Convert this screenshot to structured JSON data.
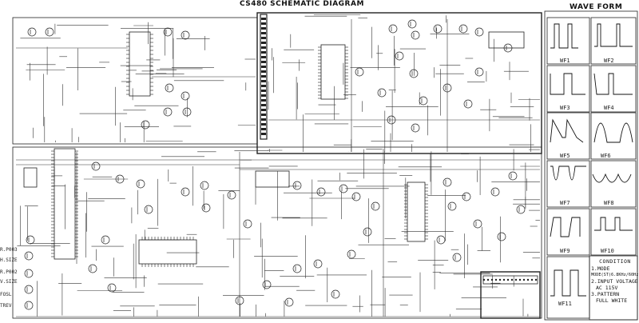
{
  "titles": {
    "main": "CS480   SCHEMATIC   DIAGRAM",
    "wave": "WAVE FORM"
  },
  "waveforms": [
    "WF1",
    "WF2",
    "WF3",
    "WF4",
    "WF5",
    "WF6",
    "WF7",
    "WF8",
    "WF9",
    "WF10",
    "WF11"
  ],
  "condition": {
    "heading": "CONDITION",
    "lines": [
      "1.MODE",
      "MODE(ST)6.8KHz/60Hz)",
      "2.INPUT VOLTAGE",
      "AC 115V",
      "3.PATTERN",
      "FULL WHITE"
    ]
  },
  "edge_labels": [
    "R.P003",
    "H.SIZE",
    "R.P002",
    "V.SIZE",
    "FOSL",
    "TREV"
  ]
}
